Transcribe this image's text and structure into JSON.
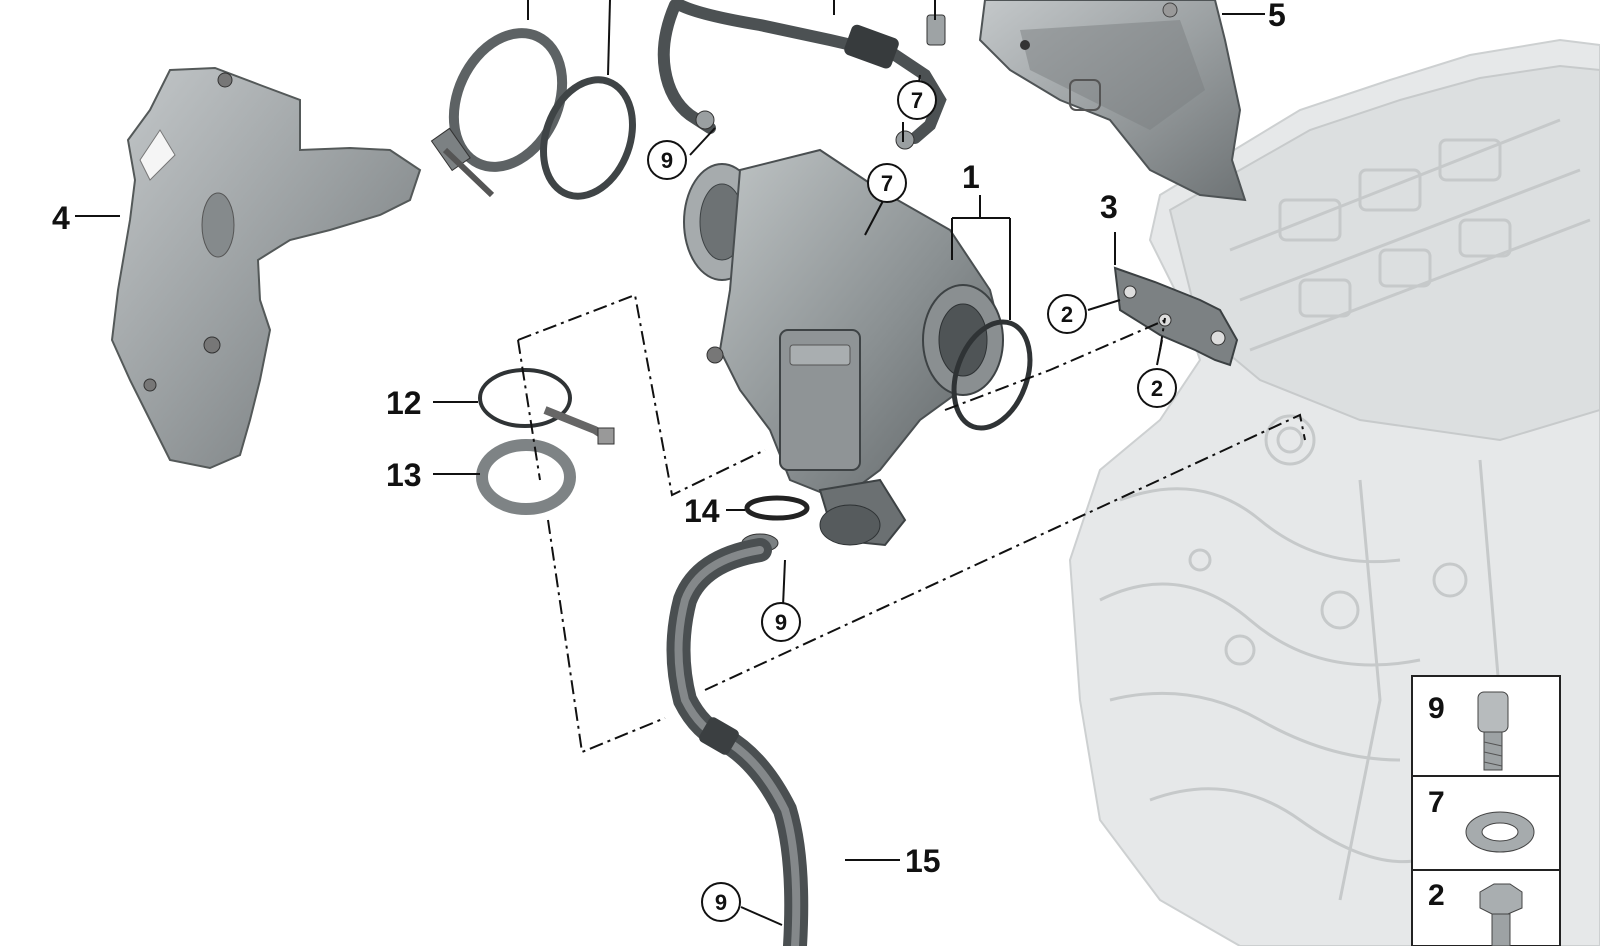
{
  "diagram": {
    "callouts": [
      {
        "id": "c1",
        "text": "1"
      },
      {
        "id": "c3",
        "text": "3"
      },
      {
        "id": "c4",
        "text": "4"
      },
      {
        "id": "c5",
        "text": "5"
      },
      {
        "id": "c12",
        "text": "12"
      },
      {
        "id": "c13",
        "text": "13"
      },
      {
        "id": "c14",
        "text": "14"
      },
      {
        "id": "c15",
        "text": "15"
      }
    ],
    "circled": [
      {
        "id": "o9a",
        "text": "9"
      },
      {
        "id": "o7a",
        "text": "7"
      },
      {
        "id": "o7b",
        "text": "7"
      },
      {
        "id": "o2a",
        "text": "2"
      },
      {
        "id": "o2b",
        "text": "2"
      },
      {
        "id": "o9b",
        "text": "9"
      },
      {
        "id": "o9c",
        "text": "9"
      }
    ],
    "legend": [
      {
        "id": "l9",
        "text": "9"
      },
      {
        "id": "l7",
        "text": "7"
      },
      {
        "id": "l2",
        "text": "2"
      }
    ]
  },
  "colors": {
    "part_dark": "#5f6466",
    "part_mid": "#8a9092",
    "part_light": "#b9bec0",
    "engine_block": "#e4e6e7",
    "engine_edge": "#c9cccd",
    "line": "#111111"
  }
}
